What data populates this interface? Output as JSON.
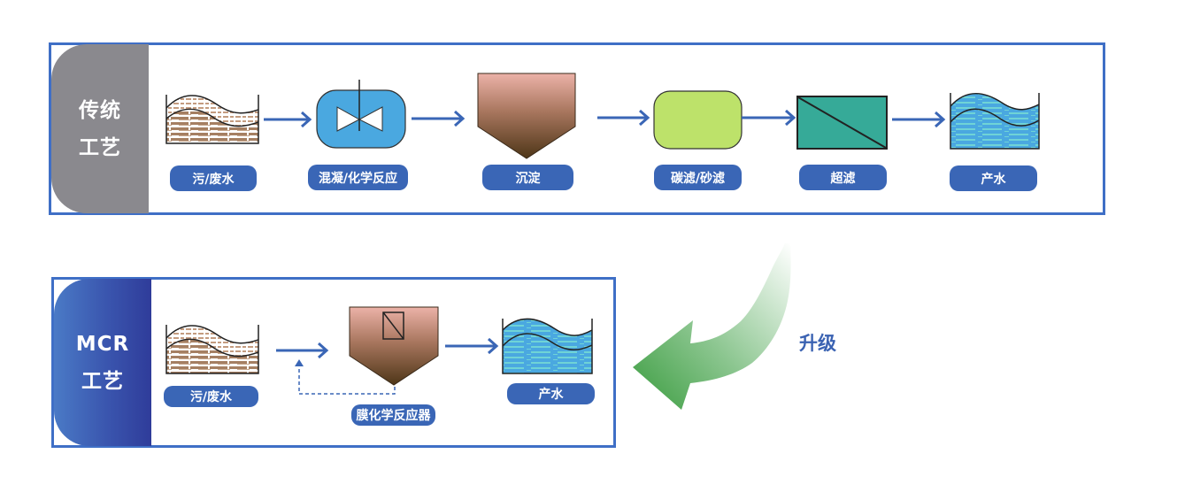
{
  "traditional": {
    "title_line1": "传统",
    "title_line2": "工艺",
    "steps": [
      {
        "label": "污/废水",
        "icon": "wastewater-tank-icon"
      },
      {
        "label": "混凝/化学反应",
        "icon": "mixer-tank-icon"
      },
      {
        "label": "沉淀",
        "icon": "sedimentation-tank-icon"
      },
      {
        "label": "碳滤/砂滤",
        "icon": "carbon-sand-filter-icon"
      },
      {
        "label": "超滤",
        "icon": "ultrafiltration-membrane-icon"
      },
      {
        "label": "产水",
        "icon": "clean-water-tank-icon"
      }
    ]
  },
  "mcr": {
    "title_line1": "MCR",
    "title_line2": "工艺",
    "steps": [
      {
        "label": "污/废水",
        "icon": "wastewater-tank-icon"
      },
      {
        "label": "膜化学反应器",
        "icon": "membrane-reactor-icon"
      },
      {
        "label": "产水",
        "icon": "clean-water-tank-icon"
      }
    ]
  },
  "upgrade_label": "升级",
  "colors": {
    "frame": "#3f6fc6",
    "pill": "#3a66b6",
    "traditional_panel": "#8a898e",
    "mcr_panel_start": "#4a7ac6",
    "mcr_panel_end": "#2f3c9a",
    "arrow": "#3a66b6",
    "upgrade_arrow": "#3e9e44",
    "mixer": "#4aa8e0",
    "carbon_filter": "#bde26a",
    "ultrafiltration": "#36aa98",
    "water": "#4aa8e0",
    "sludge": "#a57f62"
  }
}
